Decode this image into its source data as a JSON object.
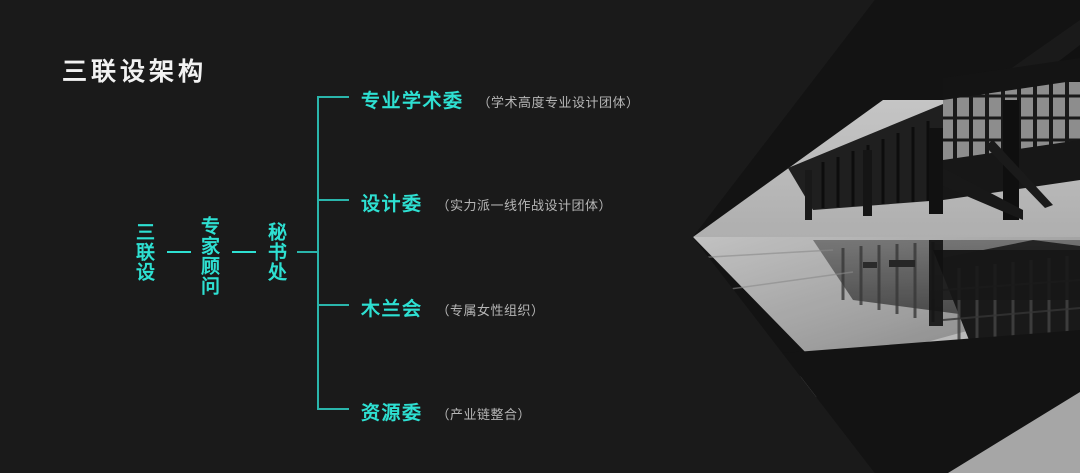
{
  "slide": {
    "background_color": "#1a1a1a",
    "accent_color": "#2ee0d2",
    "line_color": "#2ab5ab",
    "title": "三联设架构"
  },
  "chain": {
    "nodes": [
      {
        "label": "三联设"
      },
      {
        "label": "专家顾问"
      },
      {
        "label": "秘书处"
      }
    ],
    "connector": "—"
  },
  "branches": [
    {
      "name": "专业学术委",
      "desc": "（学术高度专业设计团体）"
    },
    {
      "name": "设计委",
      "desc": "（实力派一线作战设计团体）"
    },
    {
      "name": "木兰会",
      "desc": "（专属女性组织）"
    },
    {
      "name": "资源委",
      "desc": "（产业链整合）"
    }
  ],
  "photo": {
    "caption": "black-and-white architecture photograph, colonnade with reflective plaza, masked into a left-pointing arrow shape"
  }
}
